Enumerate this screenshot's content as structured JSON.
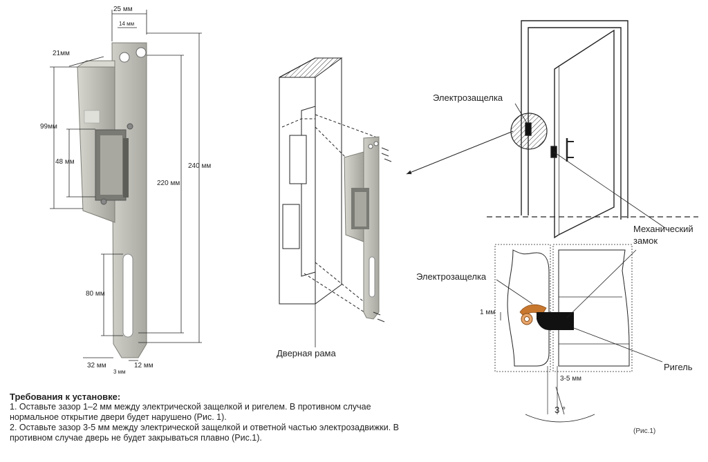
{
  "dimensions": {
    "d25": "25 мм",
    "d14": "14 мм",
    "d21": "21мм",
    "d99": "99мм",
    "d48": "48 мм",
    "d220": "220 мм",
    "d240": "240 мм",
    "d80": "80 мм",
    "d32": "32 мм",
    "d12": "12 мм",
    "d3": "3 мм"
  },
  "labels": {
    "door_frame": "Дверная рама",
    "electric_latch_top": "Электрозащелка",
    "mechanical_lock_line1": "Механический",
    "mechanical_lock_line2": "замок",
    "electric_latch_detail": "Электрозащелка",
    "gap_1mm": "1 мм",
    "bolt": "Ригель",
    "gap_3_5": "3-5 мм",
    "angle": "3 °"
  },
  "requirements": {
    "title": "Требования к установке:",
    "item1_line1": "1. Оставьте зазор 1–2 мм между электрической защелкой и ригелем. В противном случае",
    "item1_line2": "нормальное открытие двери будет нарушено (Рис. 1).",
    "item2_line1": "2. Оставьте зазор 3-5 мм между электрической защелкой и ответной частью электрозадвижки. В",
    "item2_line2": "противном случае дверь не будет закрываться плавно (Рис.1)."
  },
  "figure_ref": "(Рис.1)",
  "colors": {
    "metal": "#bdbdb5",
    "metal_dark": "#8f8f88",
    "latch_accent": "#c8772e",
    "line": "#222222"
  }
}
